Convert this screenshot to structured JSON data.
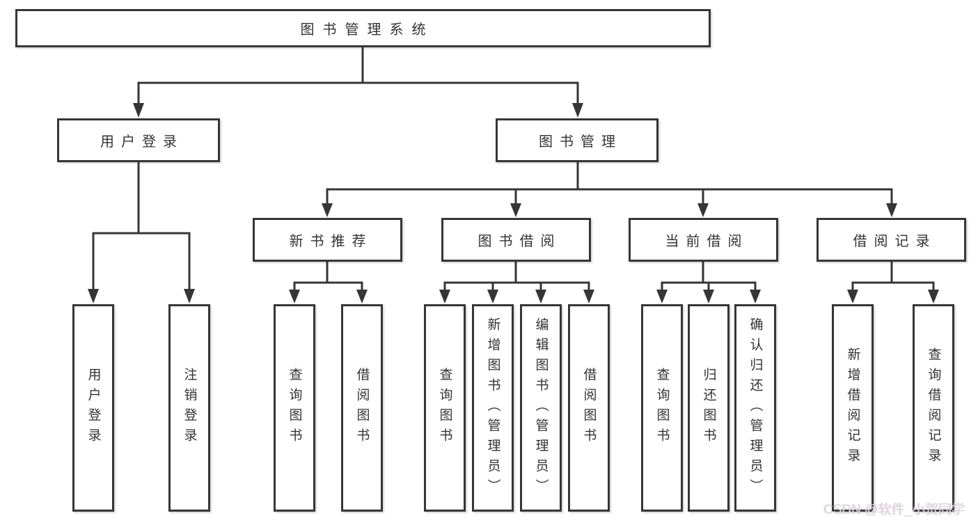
{
  "diagram": {
    "root": "图书管理系统",
    "level2": {
      "login": "用户登录",
      "manage": "图书管理"
    },
    "level3": {
      "recommend": "新书推荐",
      "borrow": "图书借阅",
      "current": "当前借阅",
      "records": "借阅记录"
    },
    "leaves": {
      "login": [
        "用户登录",
        "注销登录"
      ],
      "recommend": [
        "查询图书",
        "借阅图书"
      ],
      "borrow": [
        "查询图书",
        "新增图书（管理员）",
        "编辑图书（管理员）",
        "借阅图书"
      ],
      "current": [
        "查询图书",
        "归还图书",
        "确认归还（管理员）"
      ],
      "records": [
        "新增借阅记录",
        "查询借阅记录"
      ]
    }
  },
  "watermark": "CSDN @软件_小贺同学",
  "colors": {
    "line": "#363636",
    "text": "#333333",
    "background": "#ffffff",
    "watermark": "#d9d9d9"
  }
}
